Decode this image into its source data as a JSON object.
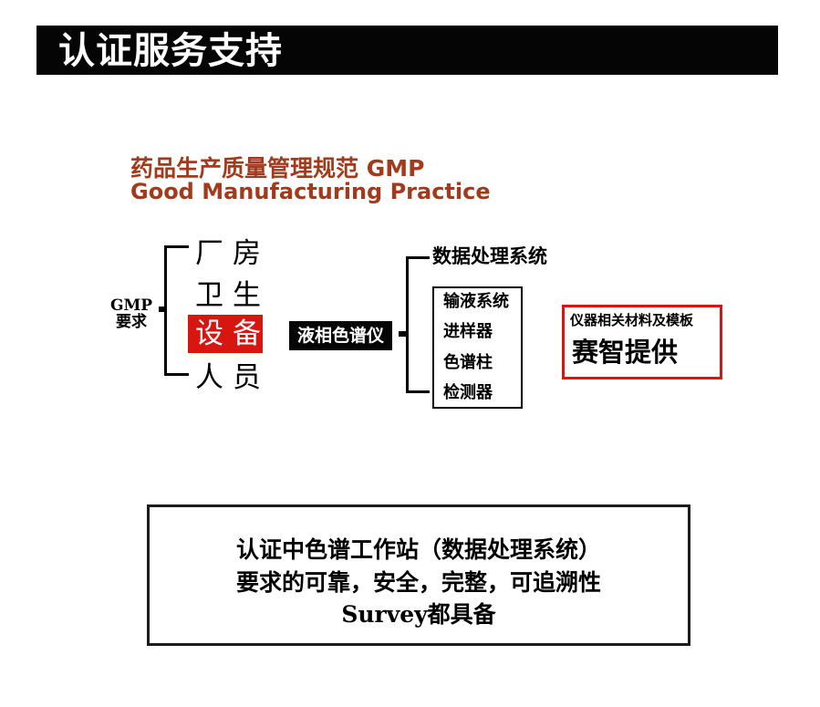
{
  "header": {
    "title": "认证服务支持"
  },
  "gmp": {
    "title_cn": "药品生产质量管理规范 GMP",
    "title_en": "Good Manufacturing Practice",
    "requirement_line1": "GMP",
    "requirement_line2": "要求"
  },
  "gmp_items": [
    "厂房",
    "卫生",
    "设备",
    "人员"
  ],
  "colors": {
    "accent_red": "#d8150f",
    "title_brown": "#a33a1c",
    "dark": "#050505"
  },
  "lc": {
    "label": "液相色谱仪"
  },
  "data_system": {
    "label": "数据处理系统",
    "components": [
      "输液系统",
      "进样器",
      "色谱柱",
      "检测器"
    ]
  },
  "provider": {
    "small": "仪器相关材料及模板",
    "big": "赛智提供"
  },
  "bottom": {
    "line1": "认证中色谱工作站（数据处理系统）",
    "line2": "要求的可靠，安全，完整，可追溯性",
    "line3": "Survey都具备"
  }
}
